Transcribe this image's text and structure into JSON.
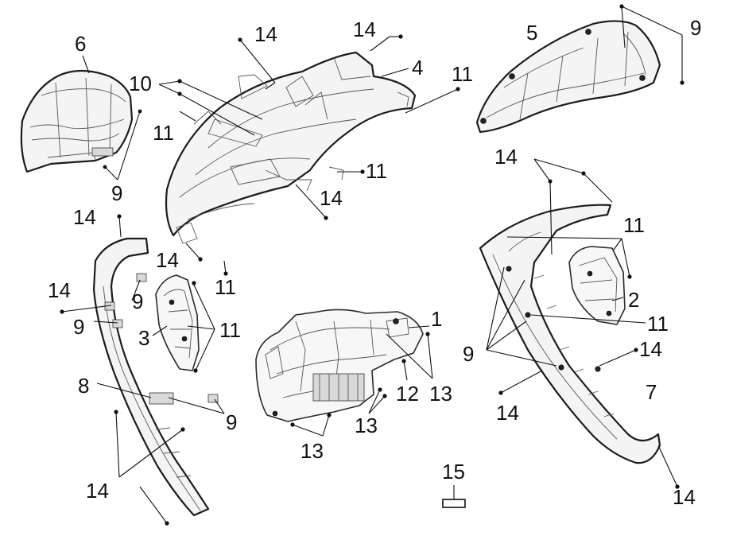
{
  "callouts": {
    "c1": "1",
    "c2": "2",
    "c3": "3",
    "c4": "4",
    "c5": "5",
    "c6": "6",
    "c7": "7",
    "c8": "8",
    "c9": "9",
    "c10": "10",
    "c11": "11",
    "c12": "12",
    "c13": "13",
    "c14": "14",
    "c15": "15"
  },
  "colors": {
    "line": "#1c1c1c",
    "fill": "#f4f4f4",
    "background": "#ffffff"
  }
}
